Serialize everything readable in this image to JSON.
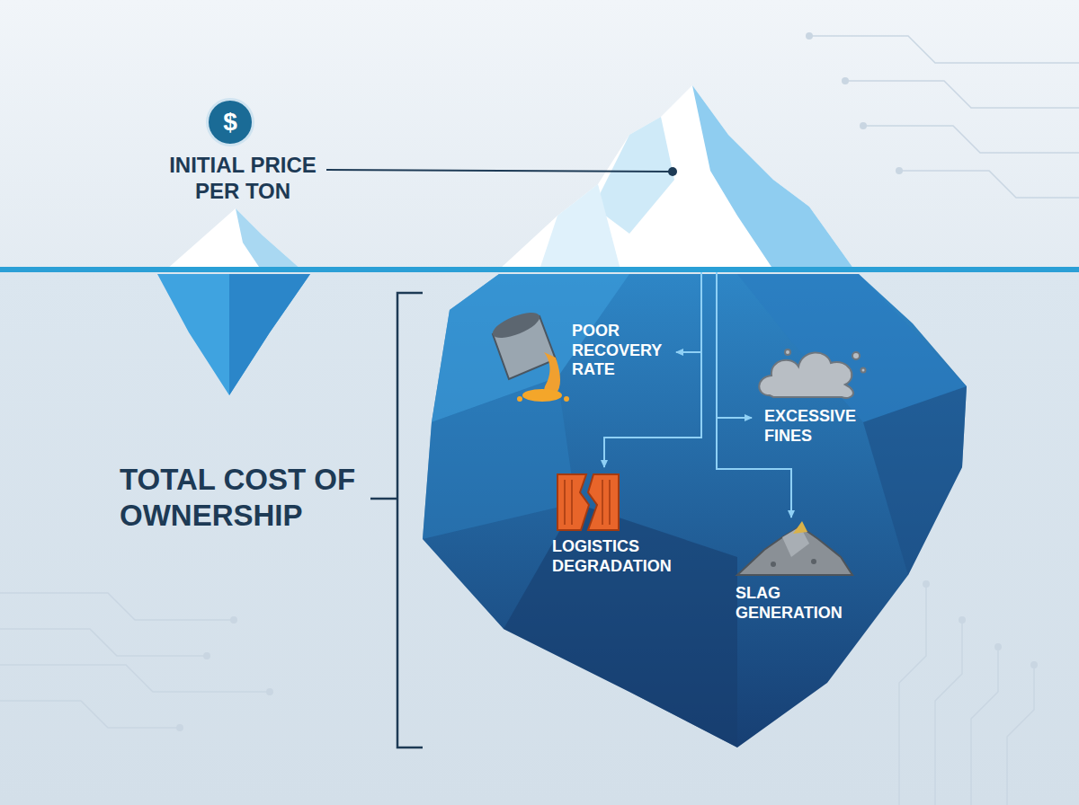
{
  "diagram": {
    "nodes": [
      {
        "text": [
          "$"
        ]
      }
    ],
    "labels": [
      "INITIAL PRICE PER TON",
      "TOTAL COST OF OWNERSHIP",
      "POOR RECOVERY RATE",
      "EXCESSIVE FINES",
      "LOGISTICS DEGRADATION",
      "SLAG GENERATION"
    ]
  }
}
